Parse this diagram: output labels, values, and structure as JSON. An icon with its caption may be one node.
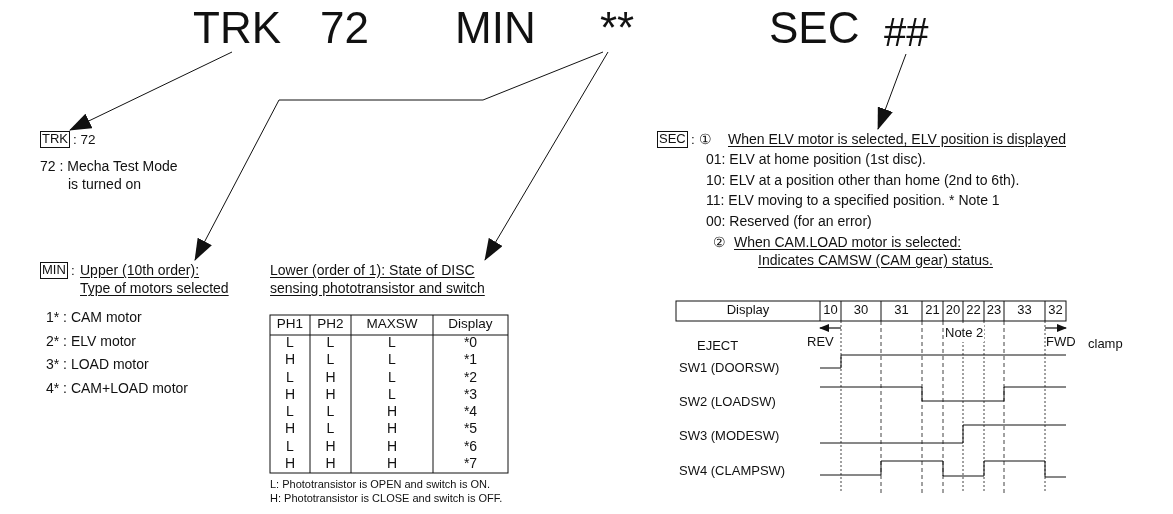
{
  "diagram": {
    "nodes": [
      {
        "text": [
          "TRK"
        ]
      },
      {
        "text": [
          "72"
        ]
      },
      {
        "text": [
          "MIN"
        ]
      },
      {
        "text": [
          "**"
        ]
      },
      {
        "text": [
          "SEC"
        ]
      },
      {
        "text": [
          "##"
        ]
      },
      {
        "text": [
          "TRK"
        ],
        "beside": [
          ": 72"
        ]
      },
      {
        "text": [
          "MIN"
        ],
        "beside": [
          ":"
        ]
      },
      {
        "text": [
          "Upper (10th order): Type of motors selected"
        ]
      },
      {
        "text": [
          "Lower (order of 1): State of DISC sensing phototransistor and switch"
        ]
      },
      {
        "text": [
          "SEC"
        ],
        "beside": [
          ": ①"
        ]
      },
      {
        "text": [
          "When ELV motor is selected, ELV position is displayed"
        ]
      }
    ],
    "edges": [
      {
        "from": 0,
        "to": 6,
        "arrow": "to"
      },
      {
        "from": 3,
        "to": 8,
        "arrow": "to"
      },
      {
        "from": 3,
        "to": 9,
        "arrow": "to"
      },
      {
        "from": 5,
        "to": 11,
        "arrow": "to"
      }
    ],
    "labels": [
      "72 : Mecha Test Mode is turned on",
      "1* : CAM motor",
      "2* : ELV motor",
      "3* : LOAD motor",
      "4* : CAM+LOAD motor",
      "PH1",
      "PH2",
      "MAXSW",
      "Display",
      "L",
      "L",
      "L",
      "*0",
      "H",
      "L",
      "L",
      "*1",
      "L",
      "H",
      "L",
      "*2",
      "H",
      "H",
      "L",
      "*3",
      "L",
      "L",
      "H",
      "*4",
      "H",
      "L",
      "H",
      "*5",
      "L",
      "H",
      "H",
      "*6",
      "H",
      "H",
      "H",
      "*7",
      "L: Phototransistor is OPEN and switch is ON.",
      "H: Phototransistor is CLOSE and switch is OFF.",
      "01: ELV at home position (1st disc).",
      "10: ELV at a position other than home (2nd to 6th).",
      "11: ELV moving to a specified position. * Note 1",
      "00: Reserved (for an error)",
      "②",
      "When CAM.LOAD motor is selected: Indicates CAMSW (CAM gear) status.",
      "Display",
      "10",
      "30",
      "31",
      "21",
      "20",
      "22",
      "23",
      "33",
      "32",
      "Note 2",
      "EJECT",
      "REV",
      "FWD",
      "clamp",
      "SW1 (DOORSW)",
      "SW2 (LOADSW)",
      "SW3 (MODESW)",
      "SW4 (CLAMPSW)"
    ]
  }
}
